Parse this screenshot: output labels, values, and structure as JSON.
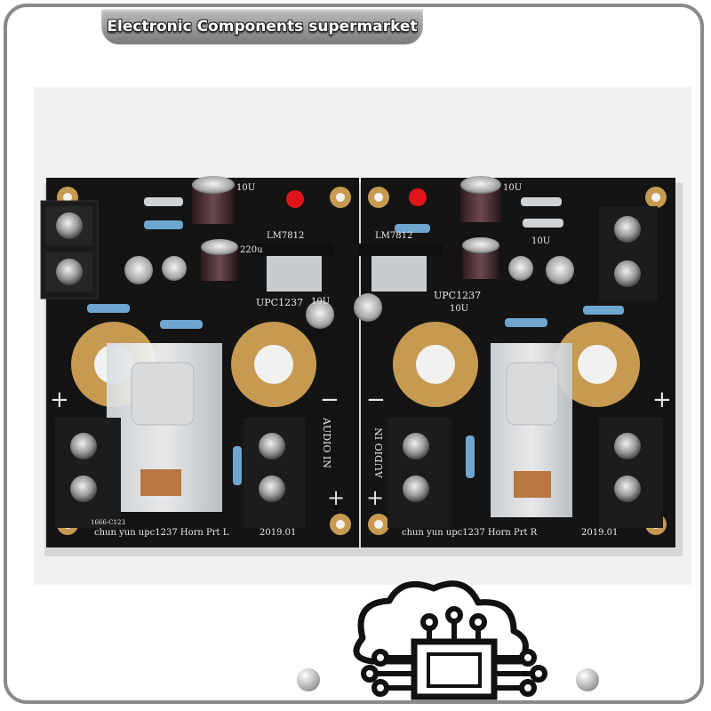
{
  "header": {
    "title": "Electronic Components supermarket"
  },
  "board_left": {
    "part_label": "UPC1237",
    "caption": "chun yun upc1237 Horn Prt L",
    "date": "2019.01",
    "cap_labels": [
      "220u",
      "10U",
      "10U"
    ],
    "regulator_label": "LM7812",
    "small_code": "1666-C123",
    "input_label": "AUDIO IN",
    "plus": "+",
    "minus": "−"
  },
  "board_right": {
    "part_label": "UPC1237",
    "caption": "chun yun upc1237 Horn Prt R",
    "date": "2019.01",
    "cap_labels": [
      "10U",
      "10U",
      "10U"
    ],
    "regulator_label": "LM7812",
    "input_label": "AUDIO IN",
    "plus": "+",
    "minus": "−"
  },
  "colors": {
    "pcb": "#141414",
    "copper": "#c79a52",
    "frame": "#8a8a8a",
    "led": "#e0141b"
  },
  "logo": {
    "icon": "cloud-chip-icon"
  }
}
